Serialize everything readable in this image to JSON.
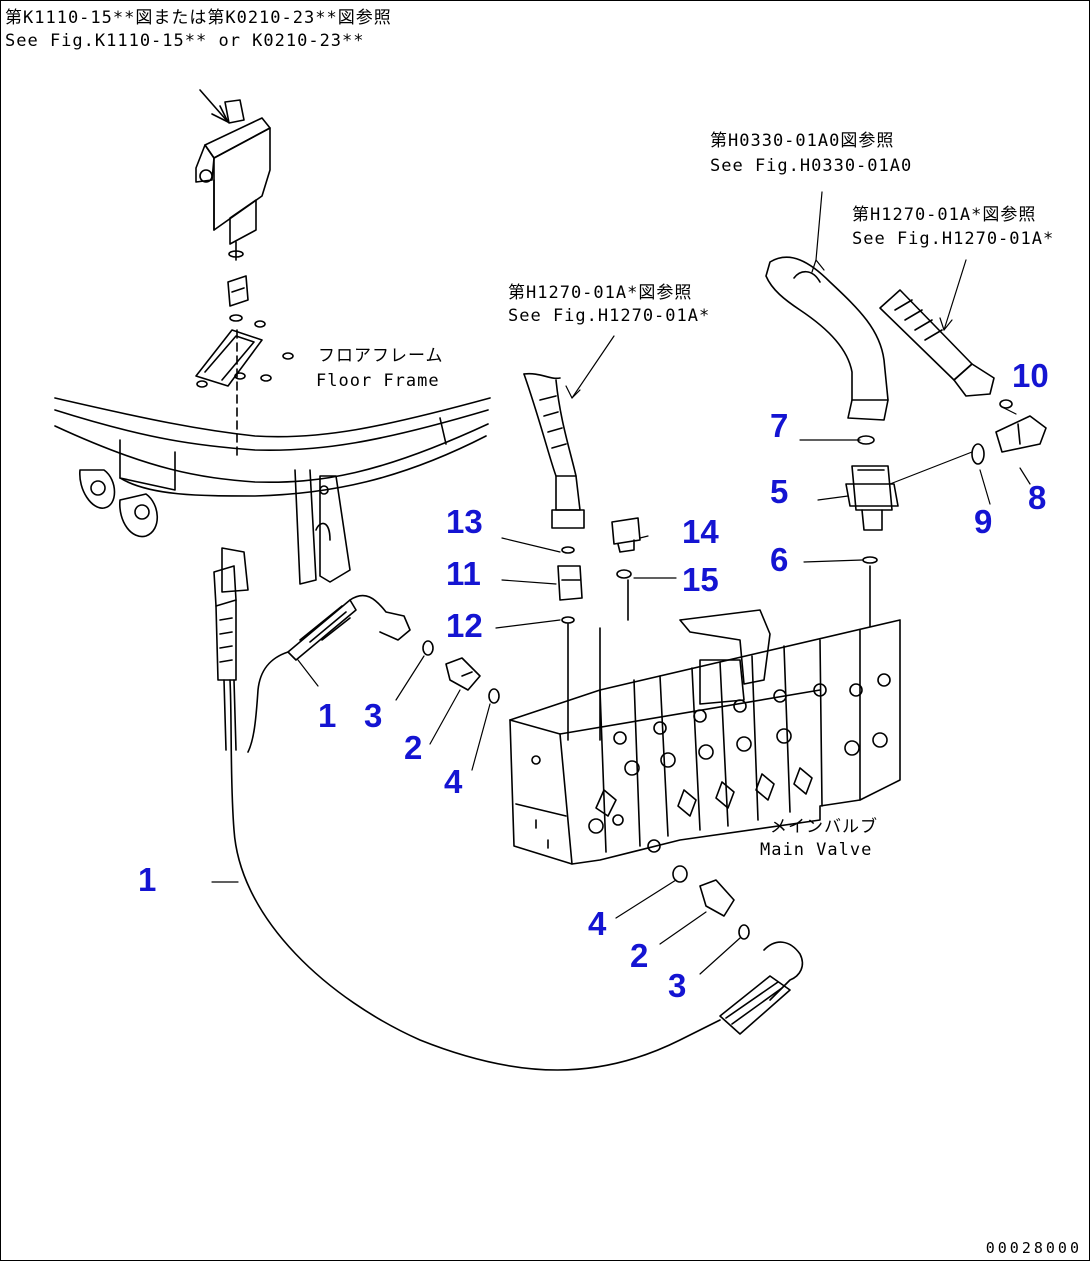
{
  "references": {
    "top_left_jp": "第K1110-15**図または第K0210-23**図参照",
    "top_left_en": "See Fig.K1110-15** or K0210-23**",
    "hose_a_jp": "第H0330-01A0図参照",
    "hose_a_en": "See Fig.H0330-01A0",
    "hose_b_jp": "第H1270-01A*図参照",
    "hose_b_en": "See Fig.H1270-01A*",
    "hose_c_jp": "第H1270-01A*図参照",
    "hose_c_en": "See Fig.H1270-01A*"
  },
  "labels": {
    "floor_frame_jp": "フロアフレーム",
    "floor_frame_en": "Floor Frame",
    "main_valve_jp": "メインバルブ",
    "main_valve_en": "Main Valve"
  },
  "callouts": {
    "c1a": "1",
    "c1b": "1",
    "c2a": "2",
    "c2b": "2",
    "c3a": "3",
    "c3b": "3",
    "c4a": "4",
    "c4b": "4",
    "c5": "5",
    "c6": "6",
    "c7": "7",
    "c8": "8",
    "c9": "9",
    "c10": "10",
    "c11": "11",
    "c12": "12",
    "c13": "13",
    "c14": "14",
    "c15": "15"
  },
  "drawing_code": "00028000",
  "colors": {
    "callout": "#1414d2",
    "line": "#000000"
  }
}
